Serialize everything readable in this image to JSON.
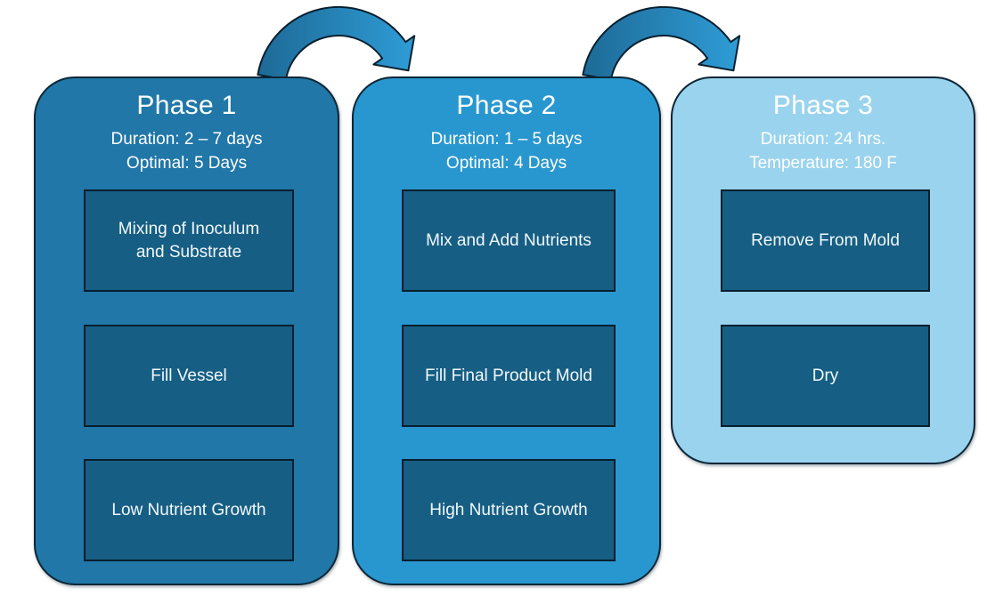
{
  "colors": {
    "page_bg": "#FFFFFF",
    "phase1_bg": "#2077A8",
    "phase2_bg": "#2997CF",
    "phase3_bg": "#9AD3EE",
    "step_bg": "#165E84",
    "panel_outline": "#0C2636",
    "text": "#FFFFFF",
    "arrow_gradient_start": "#1D6A96",
    "arrow_gradient_end": "#2F9CD6"
  },
  "icons": {
    "connector": "curved-arrow"
  },
  "phases": [
    {
      "title": "Phase 1",
      "info_lines": [
        "Duration: 2 – 7 days",
        "Optimal: 5 Days"
      ],
      "steps": [
        "Mixing of Inoculum and Substrate",
        "Fill Vessel",
        "Low Nutrient Growth"
      ]
    },
    {
      "title": "Phase 2",
      "info_lines": [
        "Duration: 1 – 5 days",
        "Optimal: 4 Days"
      ],
      "steps": [
        "Mix and Add Nutrients",
        "Fill Final Product Mold",
        "High Nutrient Growth"
      ]
    },
    {
      "title": "Phase 3",
      "info_lines": [
        "Duration: 24 hrs.",
        "Temperature: 180 F"
      ],
      "steps": [
        "Remove From Mold",
        "Dry"
      ]
    }
  ]
}
